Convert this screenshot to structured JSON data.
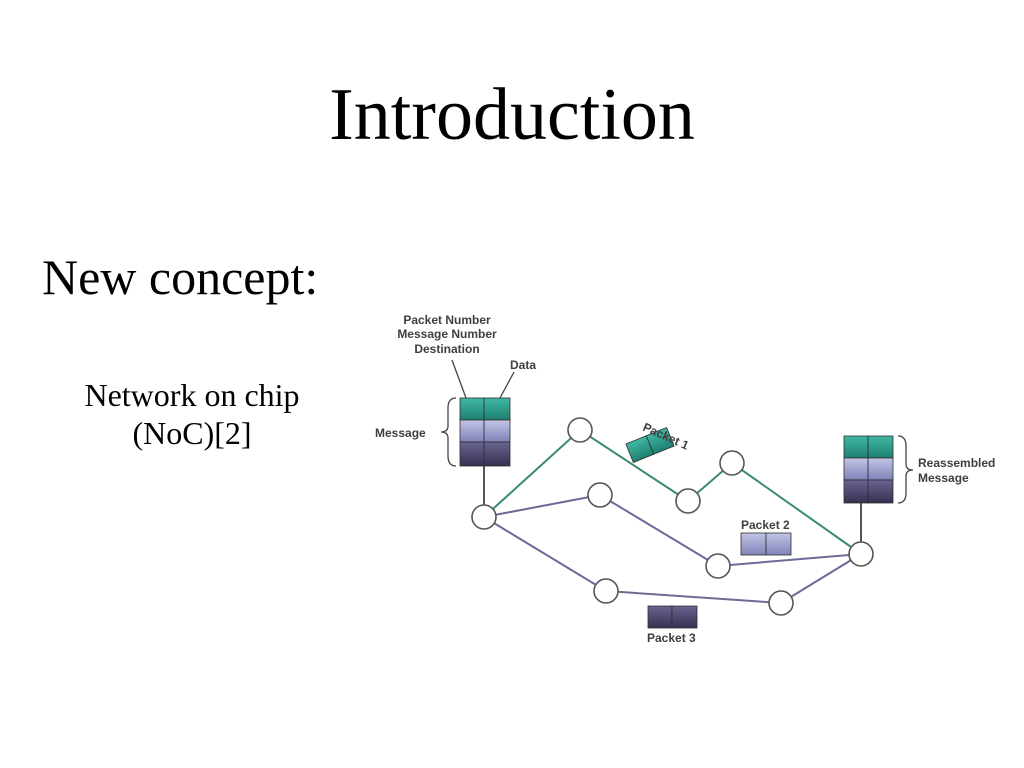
{
  "slide": {
    "title": "Introduction",
    "subtitle": "New concept:",
    "text_line1": "Network on chip",
    "text_line2": "(NoC)[2]"
  },
  "diagram": {
    "label_packet_number": "Packet Number",
    "label_message_number": "Message Number",
    "label_destination": "Destination",
    "label_data": "Data",
    "label_message": "Message",
    "label_packet1": "Packet 1",
    "label_packet2": "Packet 2",
    "label_packet3": "Packet 3",
    "label_reassembled1": "Reassembled",
    "label_reassembled2": "Message",
    "colors": {
      "teal": "#2a9d8a",
      "lavender": "#9a9ccc",
      "purple": "#4a4570",
      "edge_teal": "#3a8a78",
      "edge_purple": "#6b6a98"
    }
  }
}
